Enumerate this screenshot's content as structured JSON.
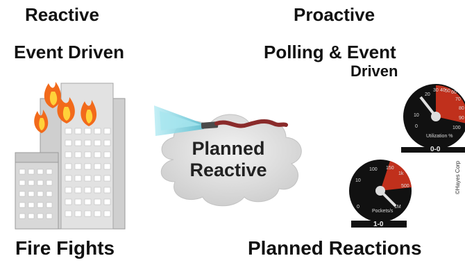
{
  "left": {
    "title": "Reactive",
    "subtitle": "Event Driven",
    "caption": "Fire Fights"
  },
  "middle": {
    "line1": "Planned",
    "line2": "Reactive"
  },
  "right": {
    "title": "Proactive",
    "subtitle_line1": "Polling & Event",
    "subtitle_line2": "Driven",
    "caption": "Planned Reactions"
  },
  "gauges": [
    {
      "scale_labels": [
        "20",
        "30",
        "40",
        "50",
        "60",
        "70",
        "80",
        "90",
        "10",
        "0",
        "100"
      ],
      "unit": "Utilization %",
      "plate": "0-0"
    },
    {
      "scale_labels": [
        "100",
        "150",
        "1k",
        "10",
        "500",
        "0",
        "1M"
      ],
      "unit": "Pockets/s",
      "plate": "1-0"
    }
  ],
  "copyright": "©Hayes Corp",
  "colors": {
    "flame_outer": "#f26a1b",
    "flame_inner": "#ffd23a",
    "building": "#dcdcdc",
    "cloud": "#e6e6e6",
    "spray": "#7fd3e0",
    "hose": "#8a2b2b",
    "gauge_red": "#c0301c"
  }
}
